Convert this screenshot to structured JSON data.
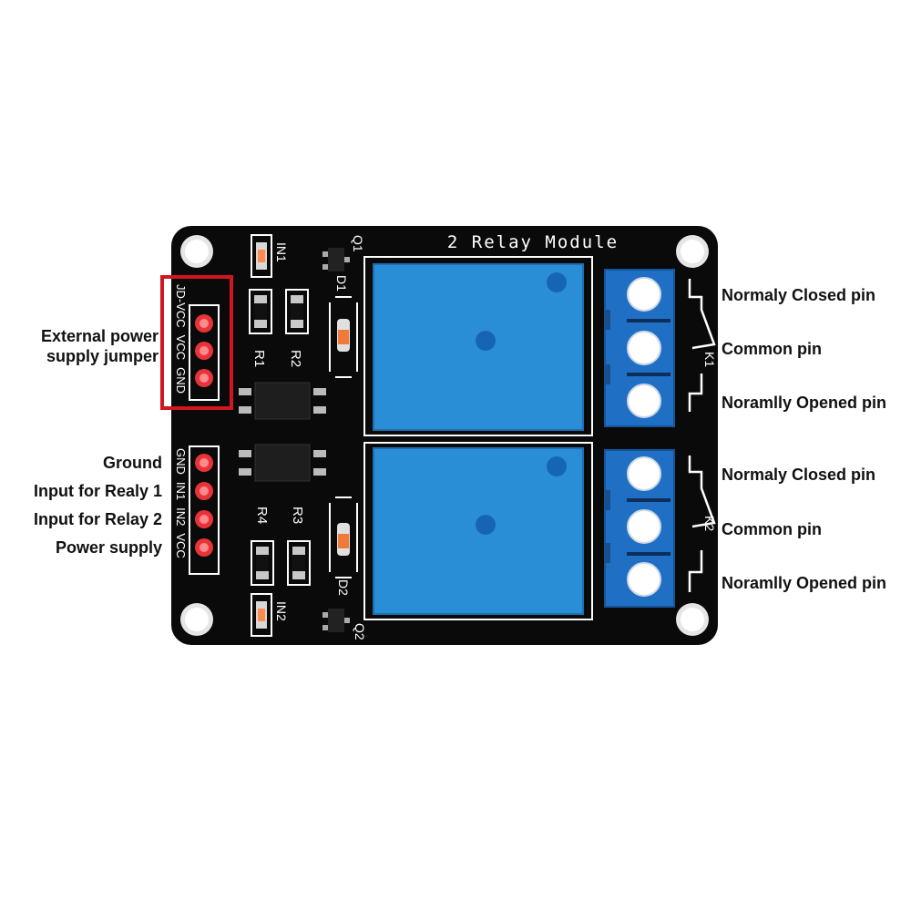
{
  "board": {
    "title": "2 Relay Module",
    "silkscreen": {
      "jumper_pins": [
        "JD-VCC",
        "VCC",
        "GND"
      ],
      "input_pins": [
        "GND",
        "IN1",
        "IN2",
        "VCC"
      ],
      "q1": "Q1",
      "q2": "Q2",
      "d1": "D1",
      "d2": "D2",
      "r1": "R1",
      "r2": "R2",
      "r3": "R3",
      "r4": "R4",
      "in1_led": "IN1",
      "in2_led": "IN2",
      "k1": "K1",
      "k2": "K2"
    }
  },
  "callouts": {
    "jumper": [
      "External power",
      "supply jumper"
    ],
    "ground": "Ground",
    "in1": "Input for Realy 1",
    "in2": "Input for Relay 2",
    "power": "Power supply",
    "k1_nc": "Normaly Closed pin",
    "k1_com": "Common pin",
    "k1_no": "Noramlly Opened pin",
    "k2_nc": "Normaly Closed pin",
    "k2_com": "Common pin",
    "k2_no": "Noramlly Opened pin"
  },
  "colors": {
    "board": "#0a0a0a",
    "relay": "#2a8ed6",
    "terminal": "#1f6fc4",
    "pin": "#e8333a",
    "highlight": "#d0161e"
  }
}
